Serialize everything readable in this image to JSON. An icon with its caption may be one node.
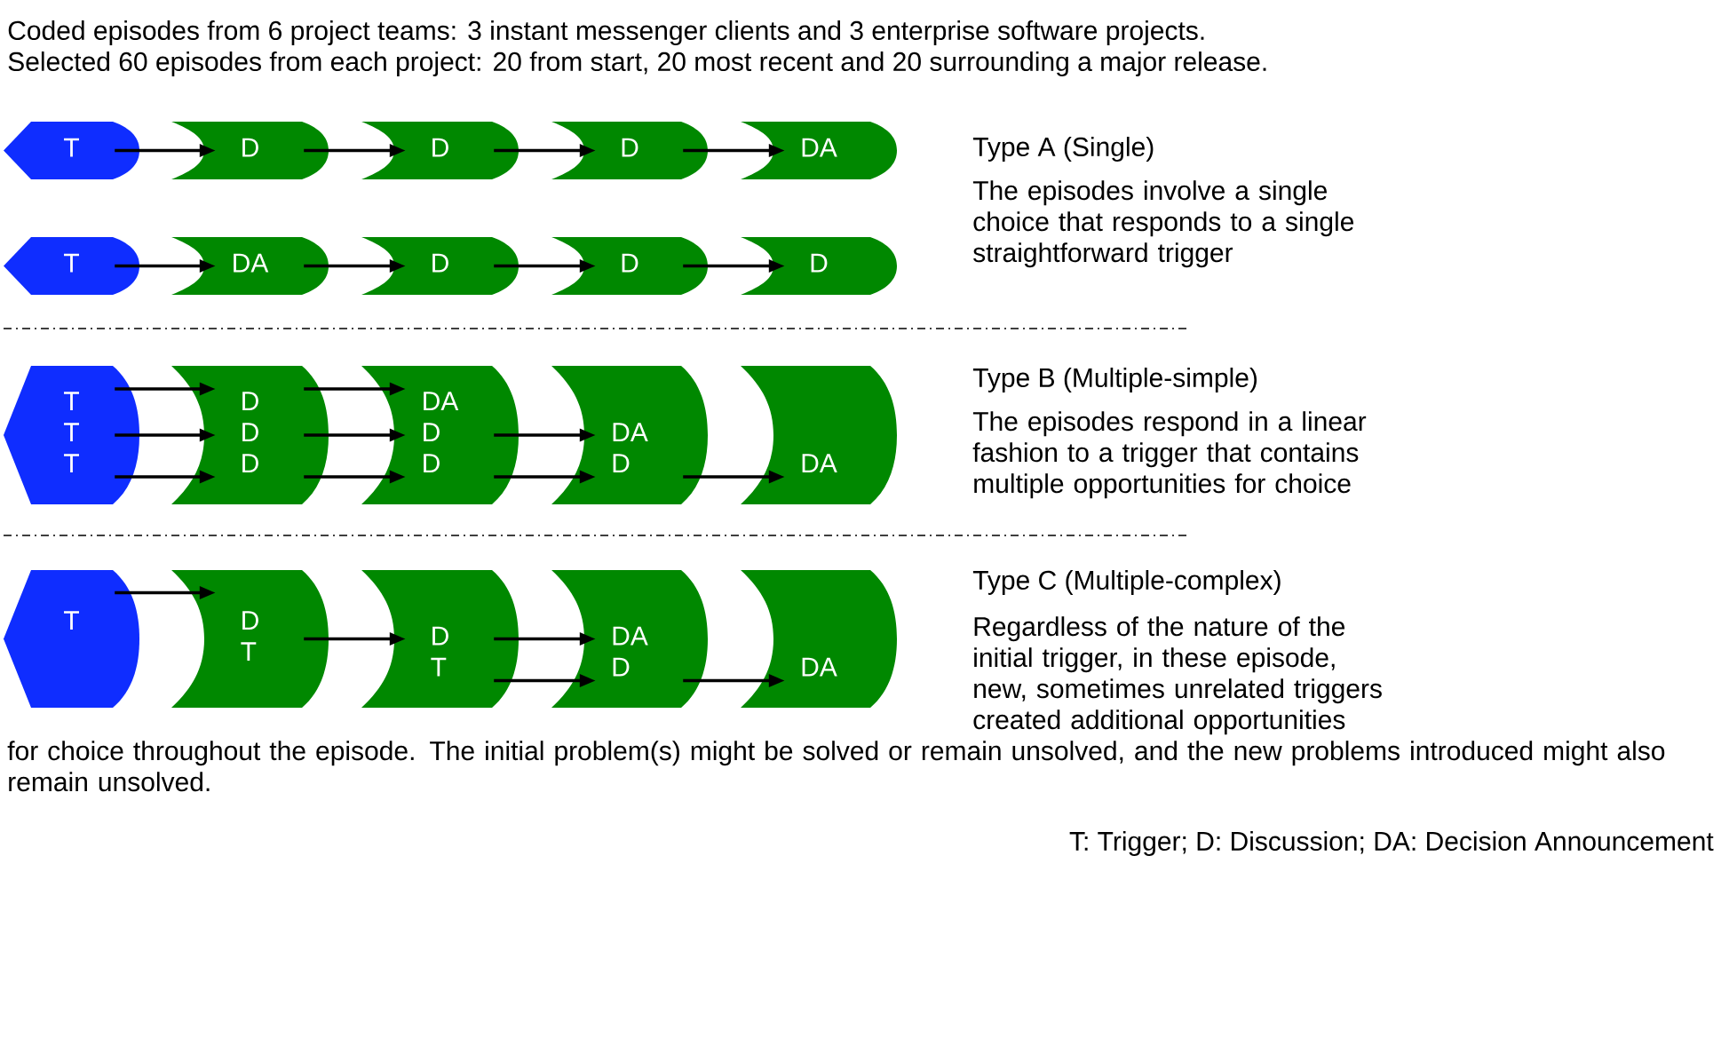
{
  "diagram": {
    "nodes": [
      {
        "text": [
          "T"
        ]
      },
      {
        "text": [
          "D"
        ]
      },
      {
        "text": [
          "D"
        ]
      },
      {
        "text": [
          "D"
        ]
      },
      {
        "text": [
          "DA"
        ]
      },
      {
        "text": [
          "T"
        ]
      },
      {
        "text": [
          "DA"
        ]
      },
      {
        "text": [
          "D"
        ]
      },
      {
        "text": [
          "D"
        ]
      },
      {
        "text": [
          "D"
        ]
      },
      {
        "text": [
          "T",
          "T",
          "T"
        ]
      },
      {
        "text": [
          "D",
          "D",
          "D"
        ]
      },
      {
        "text": [
          "DA",
          "D",
          "D"
        ]
      },
      {
        "text": [
          "DA",
          "D"
        ]
      },
      {
        "text": [
          "DA"
        ]
      },
      {
        "text": [
          "T"
        ]
      },
      {
        "text": [
          "D",
          "T"
        ]
      },
      {
        "text": [
          "D",
          "T"
        ]
      },
      {
        "text": [
          "DA",
          "D"
        ]
      },
      {
        "text": [
          "DA"
        ]
      }
    ],
    "edges": [
      {
        "from": 0,
        "to": 1,
        "arrow": "to"
      },
      {
        "from": 1,
        "to": 2,
        "arrow": "to"
      },
      {
        "from": 2,
        "to": 3,
        "arrow": "to"
      },
      {
        "from": 3,
        "to": 4,
        "arrow": "to"
      },
      {
        "from": 5,
        "to": 6,
        "arrow": "to"
      },
      {
        "from": 6,
        "to": 7,
        "arrow": "to"
      },
      {
        "from": 7,
        "to": 8,
        "arrow": "to"
      },
      {
        "from": 8,
        "to": 9,
        "arrow": "to"
      },
      {
        "from": 10,
        "to": 11,
        "arrow": "to"
      },
      {
        "from": 10,
        "to": 11,
        "arrow": "to"
      },
      {
        "from": 10,
        "to": 11,
        "arrow": "to"
      },
      {
        "from": 11,
        "to": 12,
        "arrow": "to"
      },
      {
        "from": 11,
        "to": 12,
        "arrow": "to"
      },
      {
        "from": 11,
        "to": 12,
        "arrow": "to"
      },
      {
        "from": 12,
        "to": 13,
        "arrow": "to"
      },
      {
        "from": 12,
        "to": 13,
        "arrow": "to"
      },
      {
        "from": 13,
        "to": 14,
        "arrow": "to"
      },
      {
        "from": 15,
        "to": 16,
        "arrow": "to"
      },
      {
        "from": 16,
        "to": 17,
        "arrow": "to"
      },
      {
        "from": 17,
        "to": 18,
        "arrow": "to"
      },
      {
        "from": 17,
        "to": 18,
        "arrow": "to"
      },
      {
        "from": 18,
        "to": 19,
        "arrow": "to"
      }
    ],
    "labels": [
      "Coded episodes from 6 project teams: 3 instant messenger clients and 3 enterprise software projects.",
      "Selected 60 episodes from each project: 20 from start, 20 most recent and 20 surrounding a major release.",
      "Type  A (Single)",
      "The episodes involve a single choice that responds to a single straightforward trigger",
      "Type B (Multiple-simple)",
      "The episodes respond in a linear fashion to a trigger that contains multiple opportunities for choice",
      "Type C (Multiple-complex)",
      "Regardless of the nature of the initial trigger, in these episode, new, sometimes unrelated triggers created additional opportunities for choice throughout the episode. The initial problem(s) might be solved or remain unsolved, and the new problems introduced might also remain unsolved.",
      "T: Trigger;  D: Discussion;  DA: Decision Announcement"
    ]
  }
}
